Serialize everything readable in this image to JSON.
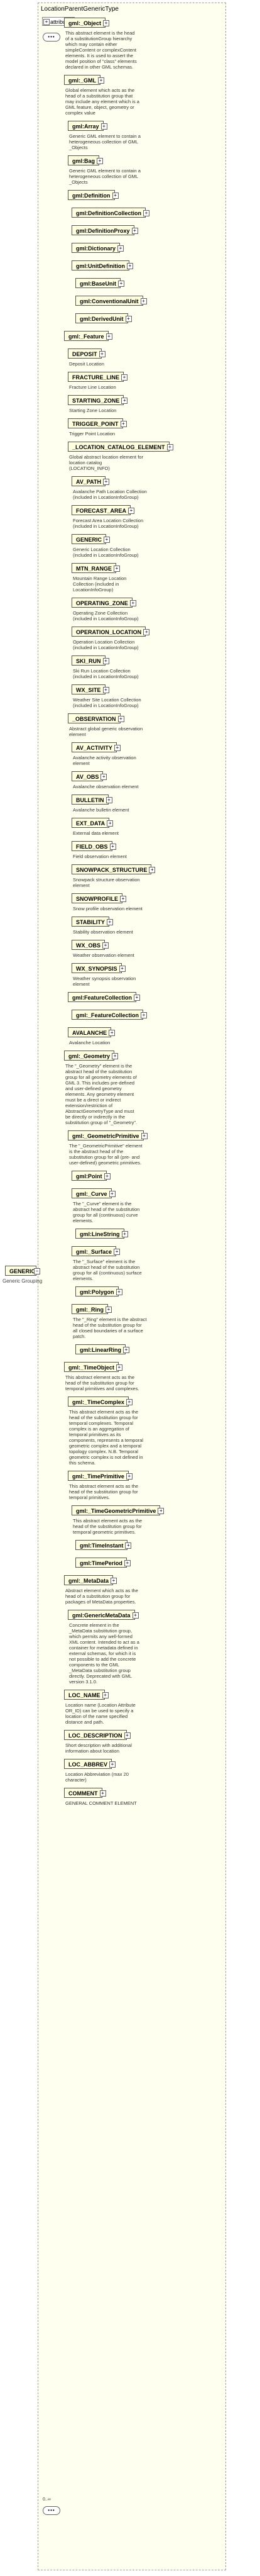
{
  "diagram": {
    "container_title": "LocationParentGenericType",
    "attributes_label": "attributes",
    "root": {
      "label": "GENERIC",
      "doc": "Generic Grouping"
    },
    "sequence_symbol": "•••",
    "occurrence": "0..∞",
    "elements": [
      {
        "label": "gml:_Object",
        "doc": "This abstract element is the head of a substitutionGroup hierarchy which may contain either simpleContent or complexContent elements. It is used to assert the model position of \"class\" elements declared in other GML schemas."
      },
      {
        "label": "gml:_GML",
        "doc": "Global element which acts as the head of a substitution group that may include any element which is a GML feature, object, geometry or complex value"
      },
      {
        "label": "gml:Array",
        "doc": "Generic GML element to contain a heterogeneous collection of GML _Objects"
      },
      {
        "label": "gml:Bag",
        "doc": "Generic GML element to contain a heterogeneous collection of GML _Objects"
      },
      {
        "label": "gml:Definition",
        "doc": ""
      },
      {
        "label": "gml:DefinitionCollection",
        "doc": ""
      },
      {
        "label": "gml:DefinitionProxy",
        "doc": ""
      },
      {
        "label": "gml:Dictionary",
        "doc": ""
      },
      {
        "label": "gml:UnitDefinition",
        "doc": ""
      },
      {
        "label": "gml:BaseUnit",
        "doc": ""
      },
      {
        "label": "gml:ConventionalUnit",
        "doc": ""
      },
      {
        "label": "gml:DerivedUnit",
        "doc": ""
      },
      {
        "label": "gml:_Feature",
        "doc": ""
      },
      {
        "label": "DEPOSIT",
        "doc": "Deposit Location"
      },
      {
        "label": "FRACTURE_LINE",
        "doc": "Fracture Line Location"
      },
      {
        "label": "STARTING_ZONE",
        "doc": "Starting Zone Location"
      },
      {
        "label": "TRIGGER_POINT",
        "doc": "Trigger Point Location"
      },
      {
        "label": "_LOCATION_CATALOG_ELEMENT",
        "doc": "Global abstract location element for location catalog (LOCATION_INFO)"
      },
      {
        "label": "AV_PATH",
        "doc": "Avalanche Path Location Collection (included in LocationInfoGroup)"
      },
      {
        "label": "FORECAST_AREA",
        "doc": "Forecast Area Location Collection (included in LocationInfoGroup)"
      },
      {
        "label": "GENERIC",
        "doc": "Generic Location Collection (included in LocationInfoGroup)"
      },
      {
        "label": "MTN_RANGE",
        "doc": "Mountain Range Location Collection (included in LocationInfoGroup)"
      },
      {
        "label": "OPERATING_ZONE",
        "doc": "Operating Zone Collection (included in LocationInfoGroup)"
      },
      {
        "label": "OPERATION_LOCATION",
        "doc": "Operation Location Collection (included in LocationInfoGroup)"
      },
      {
        "label": "SKI_RUN",
        "doc": "Ski Run Location Collection (included in LocationInfoGroup)"
      },
      {
        "label": "WX_SITE",
        "doc": "Weather Site Location Collection (included in LocationInfoGroup)"
      },
      {
        "label": "_OBSERVATION",
        "doc": "Abstract global generic observation element"
      },
      {
        "label": "AV_ACTIVITY",
        "doc": "Avalanche activity observation element"
      },
      {
        "label": "AV_OBS",
        "doc": "Avalanche observation element"
      },
      {
        "label": "BULLETIN",
        "doc": "Avalanche bulletin element"
      },
      {
        "label": "EXT_DATA",
        "doc": "External data element"
      },
      {
        "label": "FIELD_OBS",
        "doc": "Field observation element"
      },
      {
        "label": "SNOWPACK_STRUCTURE",
        "doc": "Snowpack structure observation element"
      },
      {
        "label": "SNOWPROFILE",
        "doc": "Snow profile observation element"
      },
      {
        "label": "STABILITY",
        "doc": "Stability observation element"
      },
      {
        "label": "WX_OBS",
        "doc": "Weather observation element"
      },
      {
        "label": "WX_SYNOPSIS",
        "doc": "Weather synopsis observation element"
      },
      {
        "label": "gml:FeatureCollection",
        "doc": ""
      },
      {
        "label": "gml:_FeatureCollection",
        "doc": ""
      },
      {
        "label": "AVALANCHE",
        "doc": "Avalanche Location"
      },
      {
        "label": "gml:_Geometry",
        "doc": "The \"_Geometry\" element is the abstract head of the substitution group for all geometry elements of GML 3. This includes pre-defined and user-defined geometry elements. Any geometry element must be a direct or indirect extension/restriction of AbstractGeometryType and must be directly or indirectly in the substitution group of \"_Geometry\"."
      },
      {
        "label": "gml:_GeometricPrimitive",
        "doc": "The \"_GeometricPrimitive\" element is the abstract head of the substitution group for all (pre- and user-defined) geometric primitives."
      },
      {
        "label": "gml:Point",
        "doc": ""
      },
      {
        "label": "gml:_Curve",
        "doc": "The \"_Curve\" element is the abstract head of the substitution group for all (continuous) curve elements."
      },
      {
        "label": "gml:LineString",
        "doc": ""
      },
      {
        "label": "gml:_Surface",
        "doc": "The \"_Surface\" element is the abstract head of the substitution group for all (continuous) surface elements."
      },
      {
        "label": "gml:Polygon",
        "doc": ""
      },
      {
        "label": "gml:_Ring",
        "doc": "The \"_Ring\" element is the abstract head of the substitution group for all closed boundaries of a surface patch."
      },
      {
        "label": "gml:LinearRing",
        "doc": ""
      },
      {
        "label": "gml:_TimeObject",
        "doc": "This abstract element acts as the head of the substitution group for temporal primitives and complexes."
      },
      {
        "label": "gml:_TimeComplex",
        "doc": "This abstract element acts as the head of the substitution group for temporal complexes. Temporal complex is an aggregation of temporal primitives as its components, represents a temporal geometric complex and a temporal topology complex. N.B. Temporal geometric complex is not defined in this schema."
      },
      {
        "label": "gml:_TimePrimitive",
        "doc": "This abstract element acts as the head of the substitution group for temporal primitives."
      },
      {
        "label": "gml:_TimeGeometricPrimitive",
        "doc": "This abstract element acts as the head of the substitution group for temporal geometric primitives."
      },
      {
        "label": "gml:TimeInstant",
        "doc": ""
      },
      {
        "label": "gml:TimePeriod",
        "doc": ""
      },
      {
        "label": "gml:_MetaData",
        "doc": "Abstract element which acts as the head of a substitution group for packages of MetaData properties."
      },
      {
        "label": "gml:GenericMetaData",
        "doc": "Concrete element in the _MetaData substitution group, which permits any well-formed XML content. Intended to act as a container for metadata defined in external schemas, for which it is not possible to add the concrete components to the GML _MetaData substitution group directly. Deprecated with GML version 3.1.0."
      },
      {
        "label": "LOC_NAME",
        "doc": "Location name (Location Attribute OR_ID) can be used to specify a location of the name specified distance and path."
      },
      {
        "label": "LOC_DESCRIPTION",
        "doc": "Short description with additional information about location"
      },
      {
        "label": "LOC_ABBREV",
        "doc": "Location Abbreviation (max 20 character)"
      },
      {
        "label": "COMMENT",
        "doc": "GENERAL COMMENT ELEMENT"
      }
    ]
  }
}
